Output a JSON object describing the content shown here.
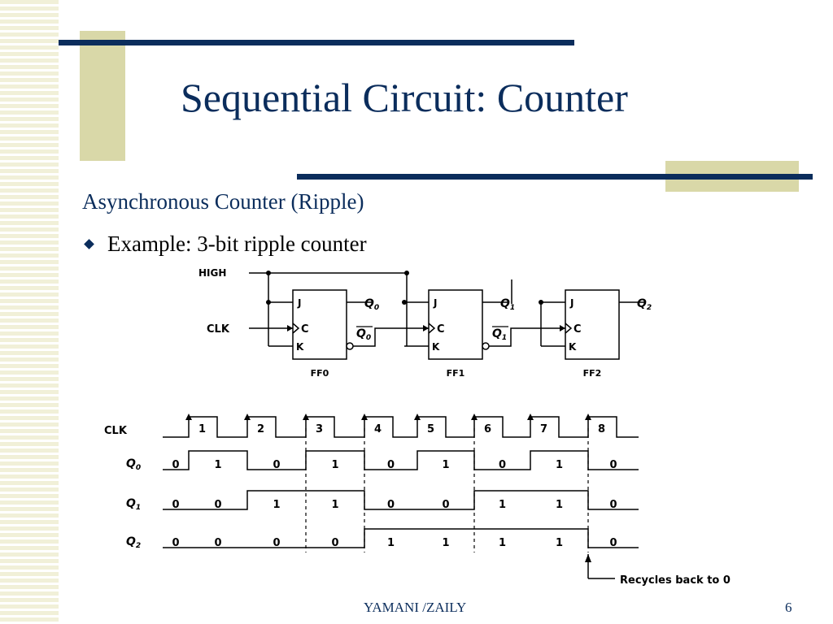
{
  "title": "Sequential Circuit: Counter",
  "subtitle": "Asynchronous Counter (Ripple)",
  "bullet": "Example: 3-bit ripple counter",
  "footer": {
    "author": "YAMANI /ZAILY",
    "page": "6"
  },
  "colors": {
    "title": "#0b2d5c",
    "accent_bar": "#0b2d5c",
    "accent_block": "#d9d8a8",
    "stripe": "#f1f0d8"
  },
  "circuit": {
    "inputs": {
      "high": "HIGH",
      "clk": "CLK"
    },
    "flip_flops": [
      {
        "name": "FF0",
        "pins": [
          "J",
          "C",
          "K"
        ],
        "q": "Q",
        "q_sub": "0"
      },
      {
        "name": "FF1",
        "pins": [
          "J",
          "C",
          "K"
        ],
        "q": "Q",
        "q_sub": "1"
      },
      {
        "name": "FF2",
        "pins": [
          "J",
          "C",
          "K"
        ],
        "q": "Q",
        "q_sub": "2"
      }
    ]
  },
  "timing": {
    "clk_label": "CLK",
    "pulses": [
      "1",
      "2",
      "3",
      "4",
      "5",
      "6",
      "7",
      "8"
    ],
    "signals": [
      {
        "name": "Q",
        "sub": "0",
        "bits": [
          "0",
          "1",
          "0",
          "1",
          "0",
          "1",
          "0",
          "1",
          "0"
        ]
      },
      {
        "name": "Q",
        "sub": "1",
        "bits": [
          "0",
          "0",
          "1",
          "1",
          "0",
          "0",
          "1",
          "1",
          "0"
        ]
      },
      {
        "name": "Q",
        "sub": "2",
        "bits": [
          "0",
          "0",
          "0",
          "0",
          "1",
          "1",
          "1",
          "1",
          "0"
        ]
      }
    ],
    "annotation": "Recycles back to 0"
  }
}
